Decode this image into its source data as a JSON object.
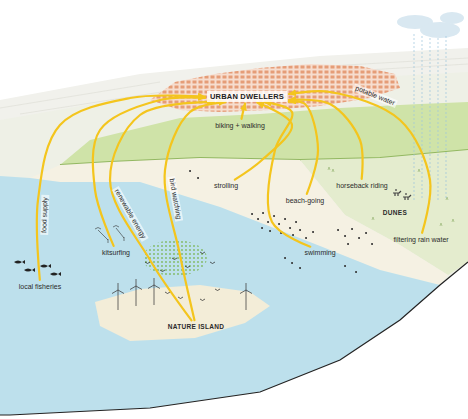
{
  "diagram": {
    "nodes": [
      {
        "text": [
          "URBAN DWELLERS"
        ]
      },
      {
        "text": [
          "biking + walking"
        ]
      },
      {
        "text": [
          "horseback riding"
        ]
      },
      {
        "text": [
          "strolling"
        ]
      },
      {
        "text": [
          "beach-going"
        ]
      },
      {
        "text": [
          "filtering rain water"
        ]
      },
      {
        "text": [
          "kitsurfing"
        ]
      },
      {
        "text": [
          "swimming"
        ]
      },
      {
        "text": [
          "local fisheries"
        ]
      },
      {
        "text": [
          "NATURE ISLAND"
        ]
      }
    ],
    "edges": [
      {
        "from": 8,
        "to": 0,
        "label": "food supply",
        "arrow": "to"
      },
      {
        "from": 9,
        "to": 0,
        "label": "renewable energy",
        "arrow": "to"
      },
      {
        "from": 6,
        "to": 0,
        "arrow": "to"
      },
      {
        "from": 9,
        "to": 0,
        "label": "bird watching",
        "arrow": "to"
      },
      {
        "from": 1,
        "to": 0,
        "arrow": "to"
      },
      {
        "from": 3,
        "to": 0,
        "arrow": "to"
      },
      {
        "from": 4,
        "to": 0,
        "arrow": "to"
      },
      {
        "from": 7,
        "to": 0,
        "arrow": "to"
      },
      {
        "from": 2,
        "to": 0,
        "arrow": "to"
      },
      {
        "from": 5,
        "to": 0,
        "label": "potable water",
        "arrow": "to"
      }
    ],
    "labels": [
      "DUNES"
    ]
  }
}
